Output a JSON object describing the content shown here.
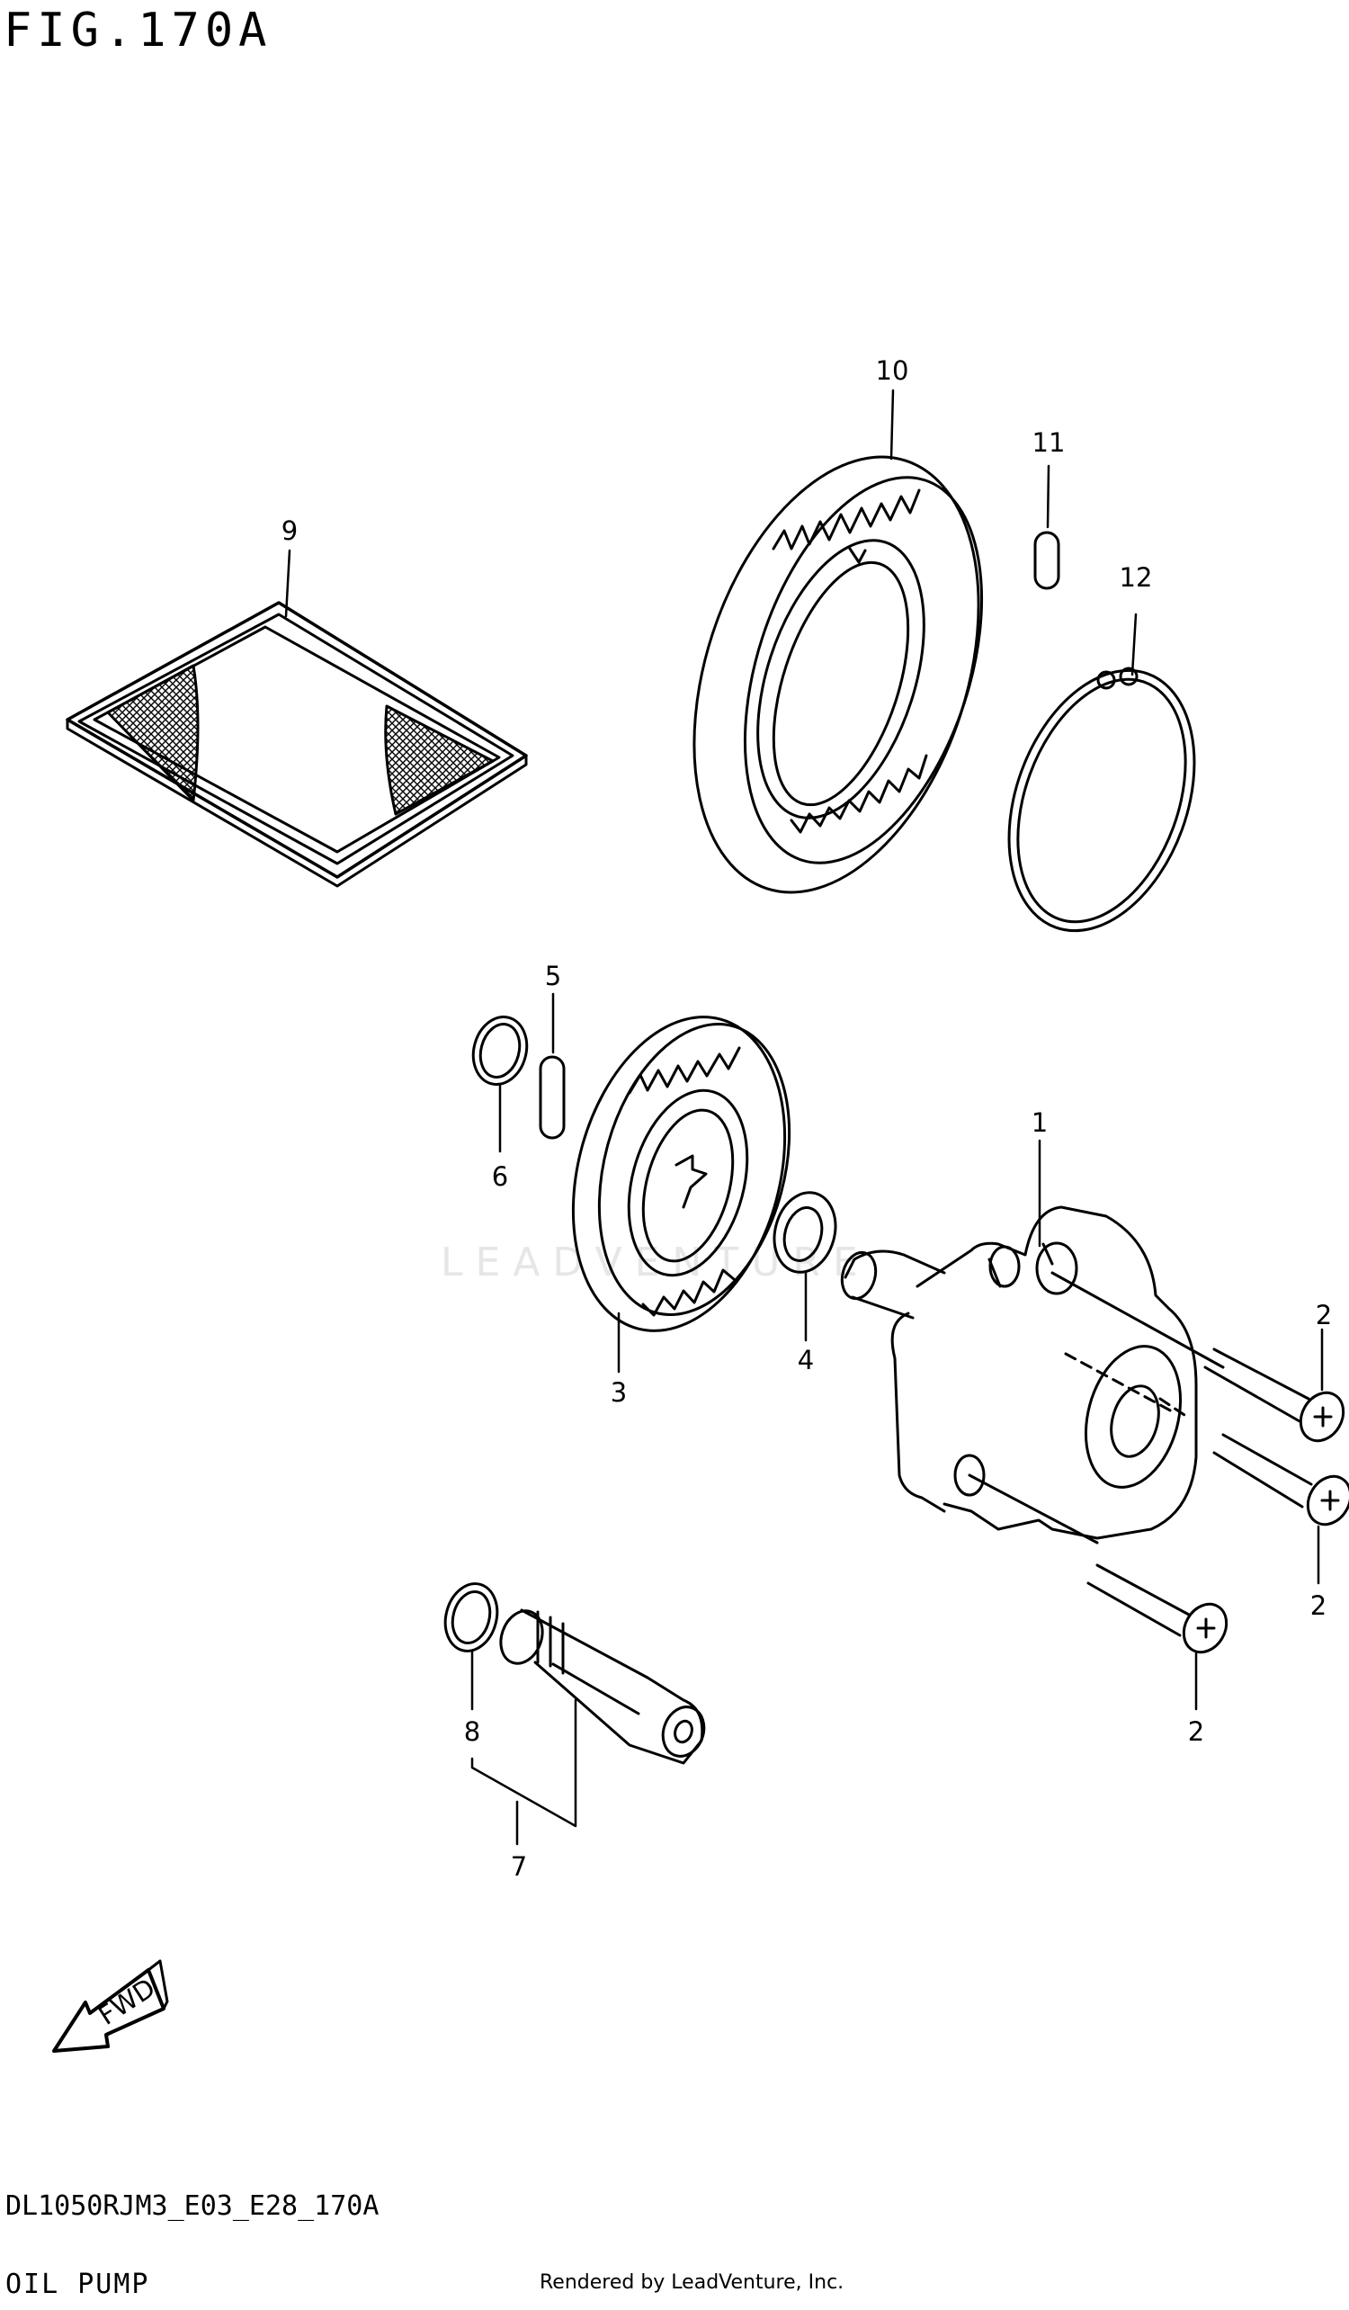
{
  "figure": {
    "title": "FIG.170A",
    "diagram_code": "DL1050RJM3_E03_E28_170A",
    "section_name": "OIL PUMP",
    "rendered_by": "Rendered by LeadVenture, Inc.",
    "watermark": "LEADVENTURE",
    "fwd_label": "FWD"
  },
  "callouts": {
    "c1": "1",
    "c2a": "2",
    "c2b": "2",
    "c2c": "2",
    "c3": "3",
    "c4": "4",
    "c5": "5",
    "c6": "6",
    "c7": "7",
    "c8": "8",
    "c9": "9",
    "c10": "10",
    "c11": "11",
    "c12": "12"
  }
}
